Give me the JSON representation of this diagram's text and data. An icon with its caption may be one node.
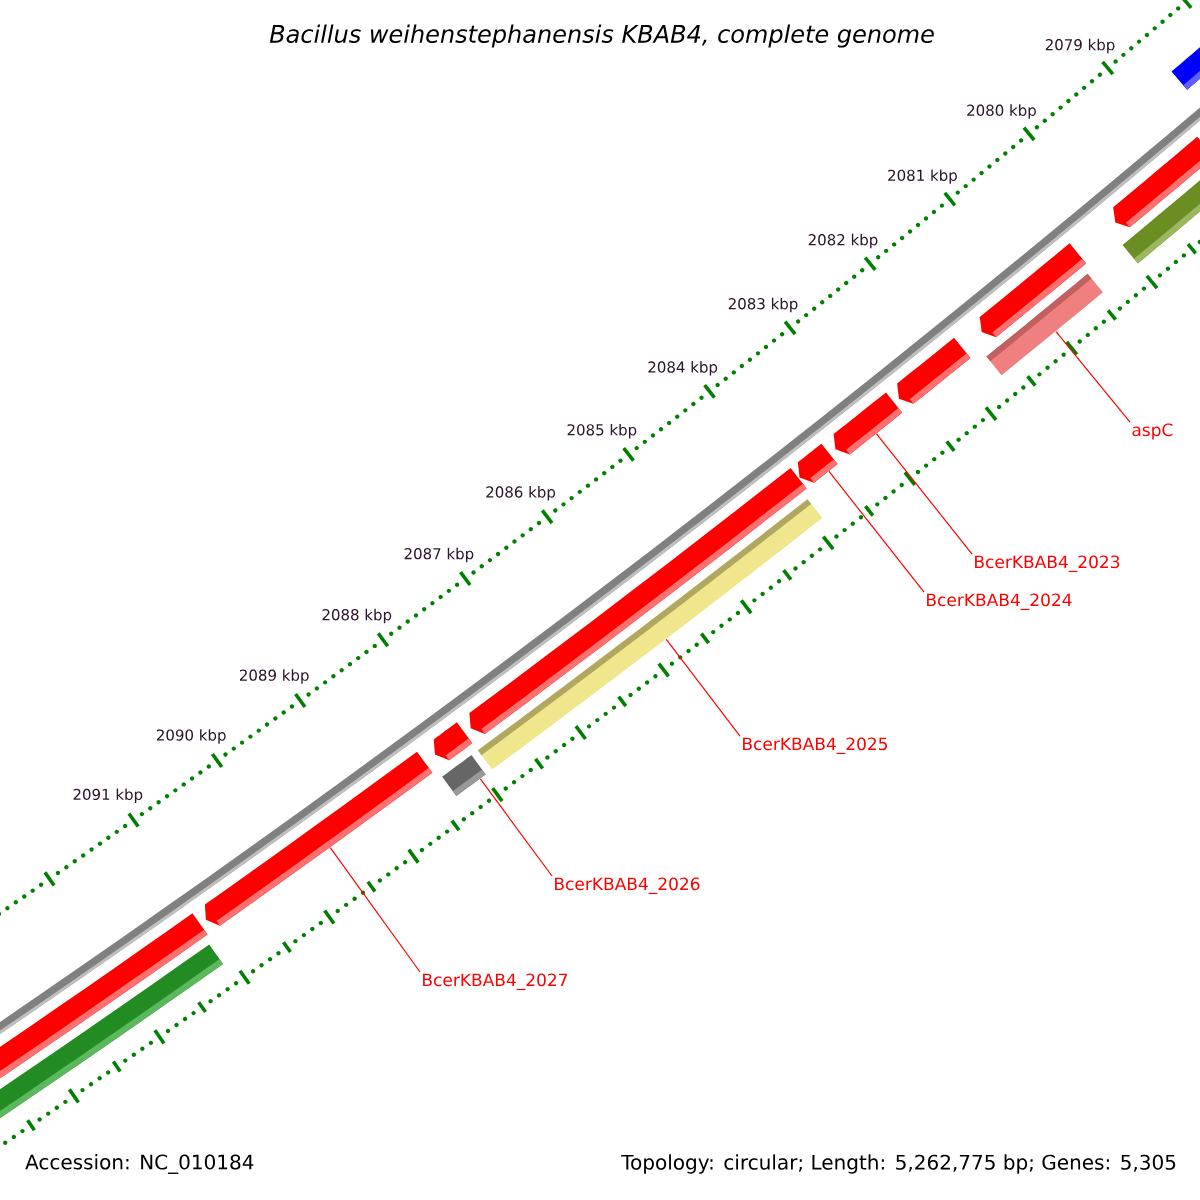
{
  "diagram": {
    "title": "Bacillus weihenstephanensis KBAB4, complete genome",
    "nodes": [
      {
        "text": [
          "aspC"
        ]
      },
      {
        "text": [
          "BcerKBAB4_2023"
        ]
      },
      {
        "text": [
          "BcerKBAB4_2024"
        ]
      },
      {
        "text": [
          "BcerKBAB4_2025"
        ]
      },
      {
        "text": [
          "BcerKBAB4_2026"
        ]
      },
      {
        "text": [
          "BcerKBAB4_2027"
        ]
      },
      {
        "text": [],
        "shape": "bar"
      },
      {
        "text": [],
        "shape": "bar"
      },
      {
        "text": [],
        "shape": "bar"
      },
      {
        "text": [],
        "shape": "bar"
      },
      {
        "text": [],
        "shape": "bar"
      },
      {
        "text": [],
        "shape": "bar"
      },
      {
        "text": [],
        "shape": "bar"
      },
      {
        "text": [],
        "shape": "bar"
      },
      {
        "text": [],
        "shape": "bar"
      },
      {
        "text": [],
        "shape": "bar"
      },
      {
        "text": [],
        "shape": "bar"
      },
      {
        "text": [],
        "shape": "bar"
      },
      {
        "text": [],
        "shape": "bar"
      },
      {
        "text": [],
        "shape": "bar"
      },
      {
        "text": [],
        "shape": "bar"
      }
    ],
    "edges": [
      {
        "from": 0,
        "to": 10,
        "arrow": "none"
      },
      {
        "from": 1,
        "to": 12,
        "arrow": "none"
      },
      {
        "from": 2,
        "to": 13,
        "arrow": "none"
      },
      {
        "from": 3,
        "to": 15,
        "arrow": "none"
      },
      {
        "from": 4,
        "to": 17,
        "arrow": "none"
      },
      {
        "from": 5,
        "to": 18,
        "arrow": "none"
      }
    ],
    "labels": [
      "2079 kbp",
      "2080 kbp",
      "2081 kbp",
      "2082 kbp",
      "2083 kbp",
      "2084 kbp",
      "2085 kbp",
      "2086 kbp",
      "2087 kbp",
      "2088 kbp",
      "2089 kbp",
      "2090 kbp",
      "2091 kbp",
      "Accession: NC_010184",
      "Topology: circular; Length: 5,262,775 bp; Genes: 5,305"
    ]
  }
}
